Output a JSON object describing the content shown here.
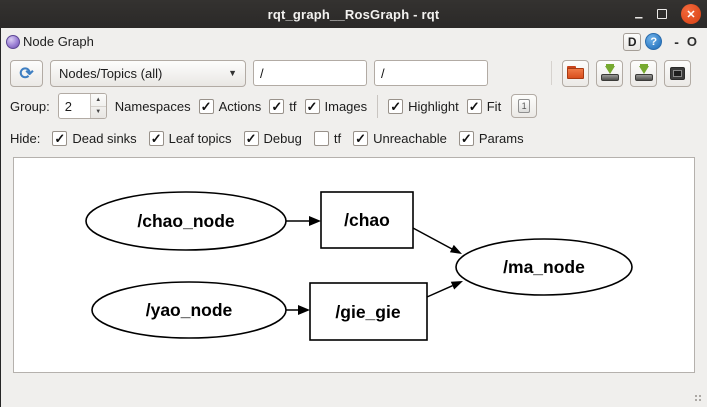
{
  "window": {
    "title": "rqt_graph__RosGraph - rqt",
    "minimize_glyph": "–",
    "close_glyph": "✕"
  },
  "dock": {
    "title": "Node Graph",
    "detach_label": "D",
    "help_glyph": "?",
    "minimize_glyph": "-",
    "close_glyph": "O"
  },
  "toolbar": {
    "graph_type_value": "Nodes/Topics (all)",
    "combo_arrow": "▼",
    "refresh_glyph": "⟳",
    "node_filter_value": "/",
    "topic_filter_value": "/"
  },
  "options_row": {
    "group_label": "Group:",
    "group_value": "2",
    "spin_up": "▲",
    "spin_down": "▼",
    "namespaces_label": "Namespaces",
    "checkboxes": [
      {
        "label": "Actions",
        "checked": true,
        "mark": "✓"
      },
      {
        "label": "tf",
        "checked": true,
        "mark": "✓"
      },
      {
        "label": "Images",
        "checked": true,
        "mark": "✓"
      },
      {
        "label": "Highlight",
        "checked": true,
        "mark": "✓"
      },
      {
        "label": "Fit",
        "checked": true,
        "mark": "✓"
      }
    ],
    "zoom_button_glyph": "1"
  },
  "hide_row": {
    "label": "Hide:",
    "checkboxes": [
      {
        "label": "Dead sinks",
        "checked": true,
        "mark": "✓"
      },
      {
        "label": "Leaf topics",
        "checked": true,
        "mark": "✓"
      },
      {
        "label": "Debug",
        "checked": true,
        "mark": "✓"
      },
      {
        "label": "tf",
        "checked": false,
        "mark": ""
      },
      {
        "label": "Unreachable",
        "checked": true,
        "mark": "✓"
      },
      {
        "label": "Params",
        "checked": true,
        "mark": "✓"
      }
    ]
  },
  "graph": {
    "nodes": [
      {
        "label": "/chao_node",
        "shape": "ellipse"
      },
      {
        "label": "/chao",
        "shape": "box"
      },
      {
        "label": "/ma_node",
        "shape": "ellipse"
      },
      {
        "label": "/yao_node",
        "shape": "ellipse"
      },
      {
        "label": "/gie_gie",
        "shape": "box"
      }
    ],
    "edges": [
      {
        "from": "/chao_node",
        "to": "/chao"
      },
      {
        "from": "/chao",
        "to": "/ma_node"
      },
      {
        "from": "/yao_node",
        "to": "/gie_gie"
      },
      {
        "from": "/gie_gie",
        "to": "/ma_node"
      }
    ]
  },
  "colors": {
    "titlebar_bg": "#2e2c2a",
    "close_button_orange": "#e95420",
    "panel_bg": "#f0efed",
    "help_blue": "#3584ce",
    "refresh_blue": "#3f7fc2",
    "folder_orange": "#d94f1e",
    "save_green": "#76a92f",
    "graph_ink": "#000000"
  }
}
